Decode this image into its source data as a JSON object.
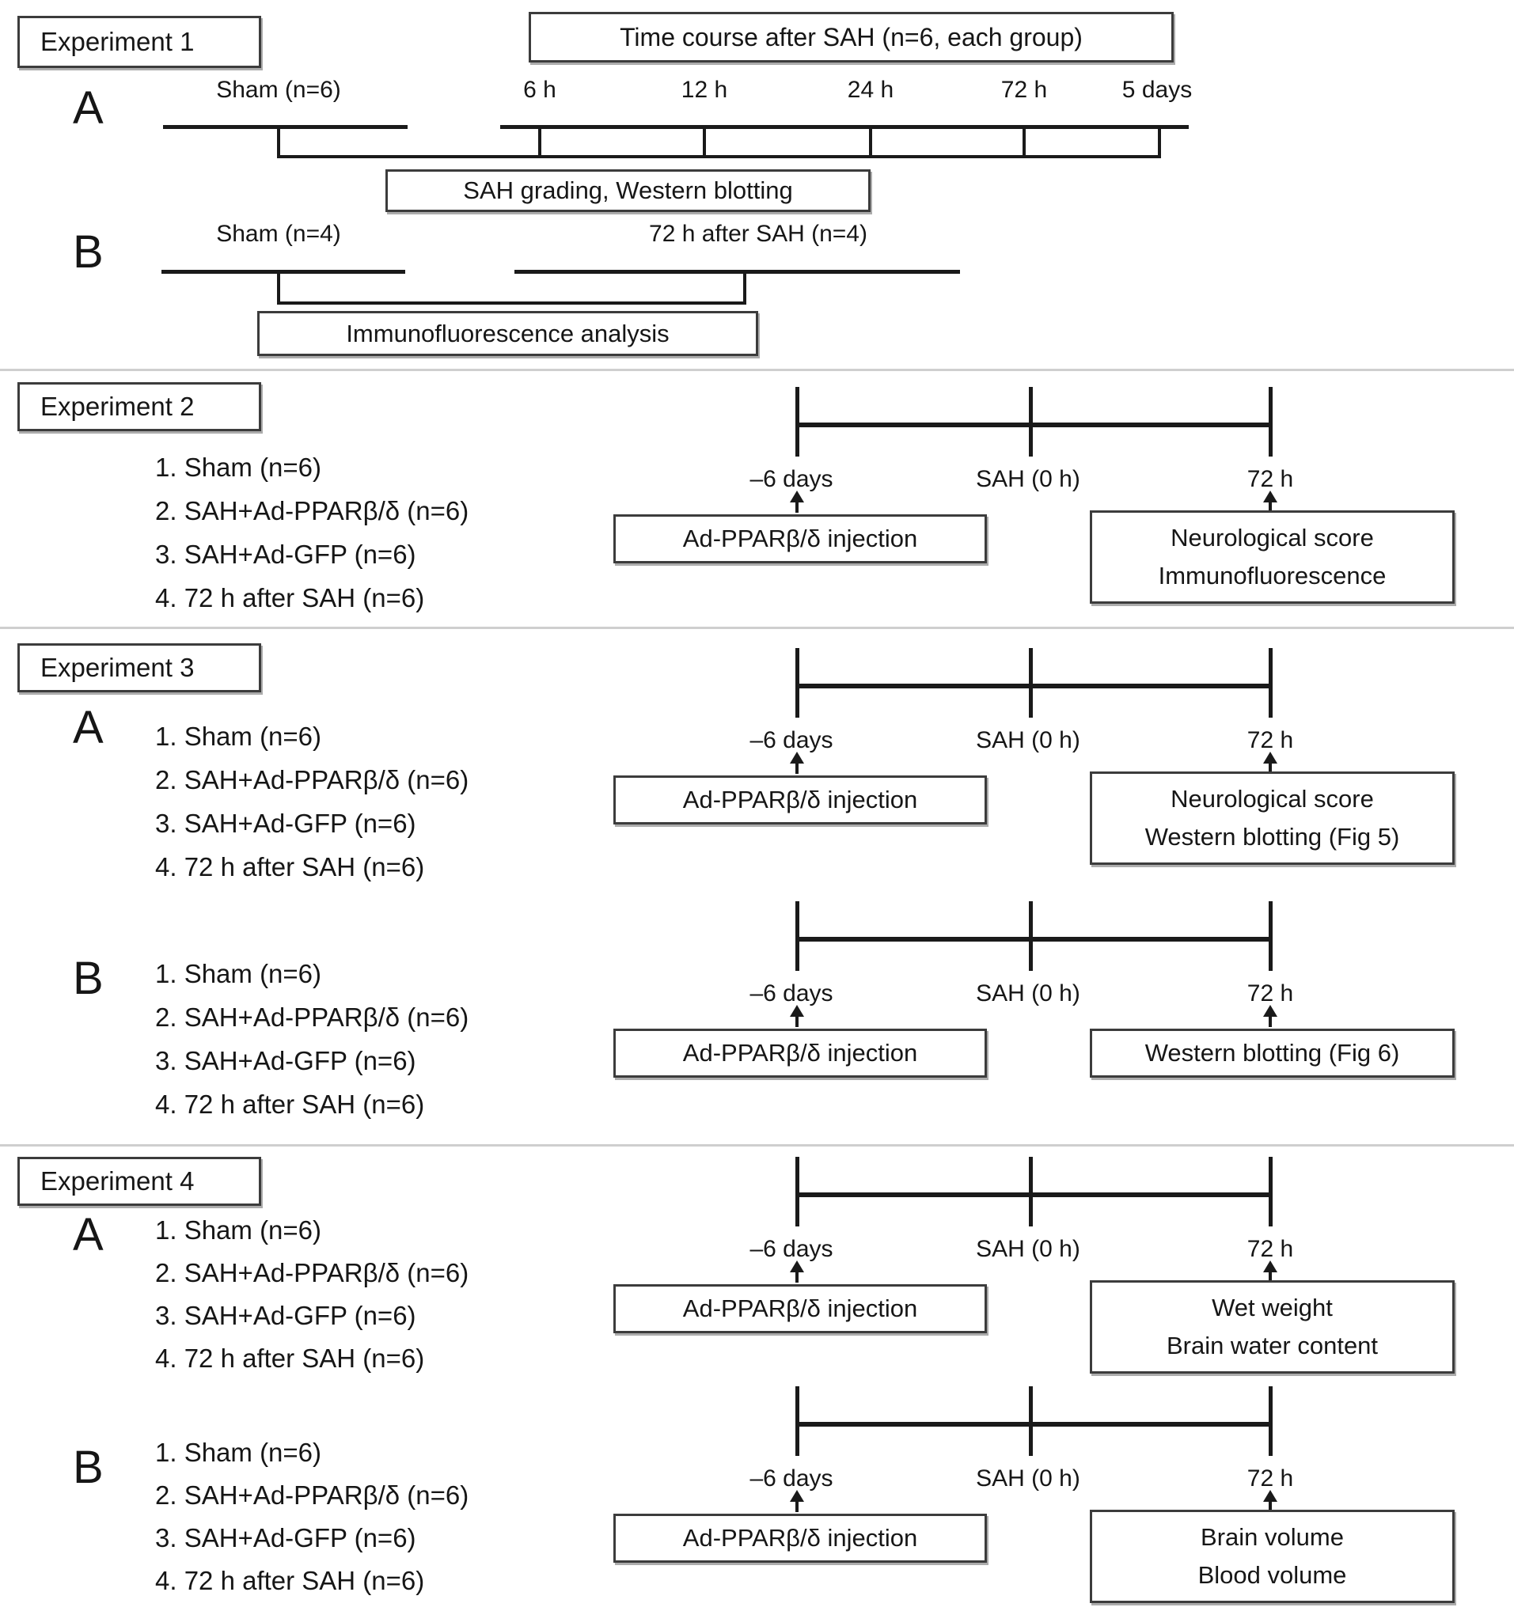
{
  "experiment1": {
    "title": "Experiment 1",
    "section_a": {
      "label": "A",
      "timecourse_title": "Time course after SAH (n=6, each group)",
      "sham_label": "Sham (n=6)",
      "tick_labels": [
        "6 h",
        "12 h",
        "24 h",
        "72 h",
        "5 days"
      ],
      "analysis_label": "SAH grading, Western blotting"
    },
    "section_b": {
      "label": "B",
      "sham_label": "Sham (n=4)",
      "sah_label": "72 h after SAH (n=4)",
      "analysis_label": "Immunofluorescence analysis"
    }
  },
  "groups": {
    "items": [
      "1. Sham (n=6)",
      "2. SAH+Ad-PPARβ/δ (n=6)",
      "3. SAH+Ad-GFP (n=6)",
      "4. 72 h after SAH (n=6)"
    ]
  },
  "timeline": {
    "tick_labels": [
      "–6 days",
      "SAH (0 h)",
      "72 h"
    ],
    "injection_label": "Ad-PPARβ/δ injection"
  },
  "experiment2": {
    "title": "Experiment 2",
    "result_lines": [
      "Neurological score",
      "Immunofluorescence"
    ]
  },
  "experiment3": {
    "title": "Experiment 3",
    "section_a": {
      "label": "A",
      "result_lines": [
        "Neurological score",
        "Western blotting (Fig 5)"
      ]
    },
    "section_b": {
      "label": "B",
      "result_line": "Western blotting (Fig 6)"
    }
  },
  "experiment4": {
    "title": "Experiment 4",
    "section_a": {
      "label": "A",
      "result_lines": [
        "Wet weight",
        "Brain water content"
      ]
    },
    "section_b": {
      "label": "B",
      "result_lines": [
        "Brain volume",
        "Blood volume"
      ]
    }
  },
  "colors": {
    "line": "#1a1a1a",
    "separator": "#cfcfcf",
    "box_border": "#3c3c3c"
  }
}
